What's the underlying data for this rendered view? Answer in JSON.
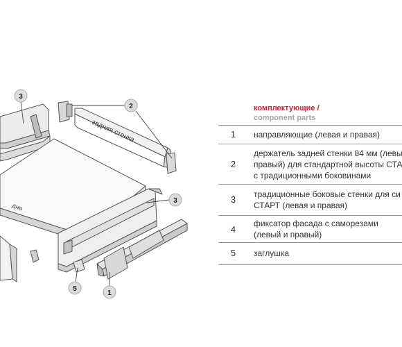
{
  "diagram": {
    "callouts": [
      {
        "id": "c3a",
        "number": "3"
      },
      {
        "id": "c2",
        "number": "2"
      },
      {
        "id": "c3b",
        "number": "3"
      },
      {
        "id": "c5",
        "number": "5"
      },
      {
        "id": "c1",
        "number": "1"
      }
    ],
    "back_wall_label": "задняя стенка",
    "bottom_label": "дно"
  },
  "parts": {
    "header_ru": "комплектующие /",
    "header_en": "component parts",
    "rows": [
      {
        "num": "1",
        "lines": [
          "направляющие (левая и правая)"
        ]
      },
      {
        "num": "2",
        "lines": [
          "держатель задней стенки 84 мм (левы",
          "правый) для стандартной высоты СТА",
          "с традиционными боковинами"
        ]
      },
      {
        "num": "3",
        "lines": [
          "традиционные боковые стенки для си",
          "СТАРТ (левая и правая)"
        ]
      },
      {
        "num": "4",
        "lines": [
          "фиксатор фасада с саморезами",
          "(левый и правый)"
        ]
      },
      {
        "num": "5",
        "lines": [
          "заглушка"
        ]
      }
    ]
  }
}
